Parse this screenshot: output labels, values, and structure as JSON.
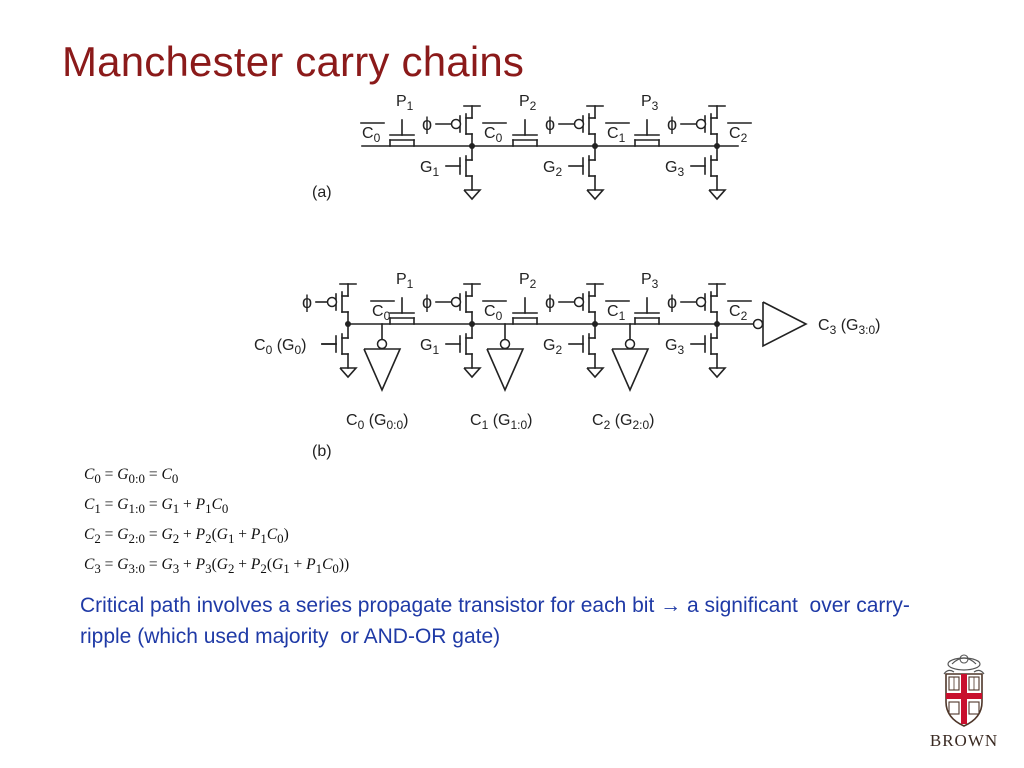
{
  "slide": {
    "title": "Manchester carry chains",
    "body": "Critical path involves a series propagate transistor for each bit → a significant  over carry-ripple (which used majority  or AND-OR gate)"
  },
  "diagram": {
    "caption_a": "(a)",
    "caption_b": "(b)",
    "phi": "ϕ",
    "labels": {
      "P": [
        "P",
        "1",
        "2",
        "3"
      ],
      "C": [
        "C",
        "0",
        "1",
        "2",
        "3"
      ],
      "G": [
        "G",
        "1",
        "2",
        "3"
      ]
    },
    "out_left": [
      "C",
      "0",
      " (G",
      "0",
      ")"
    ],
    "out_c0": [
      "C",
      "0",
      " (G",
      "0:0",
      ")"
    ],
    "out_c1": [
      "C",
      "1",
      " (G",
      "1:0",
      ")"
    ],
    "out_c2": [
      "C",
      "2",
      " (G",
      "2:0",
      ")"
    ],
    "out_c3": [
      "C",
      "3",
      " (G",
      "3:0",
      ")"
    ]
  },
  "equations": [
    [
      "C",
      "0",
      " = ",
      "G",
      "0:0",
      " = ",
      "C",
      "0"
    ],
    [
      "C",
      "1",
      " = ",
      "G",
      "1:0",
      " = ",
      "G",
      "1",
      " + ",
      "P",
      "1",
      "C",
      "0"
    ],
    [
      "C",
      "2",
      " = ",
      "G",
      "2:0",
      " = ",
      "G",
      "2",
      " + ",
      "P",
      "2",
      "(",
      "G",
      "1",
      " + ",
      "P",
      "1",
      "C",
      "0",
      ")"
    ],
    [
      "C",
      "3",
      " = ",
      "G",
      "3:0",
      " = ",
      "G",
      "3",
      " + ",
      "P",
      "3",
      "(",
      "G",
      "2",
      " + ",
      "P",
      "2",
      "(",
      "G",
      "1",
      " + ",
      "P",
      "1",
      "C",
      "0",
      "))"
    ]
  ],
  "logo": {
    "text": "BROWN",
    "colors": {
      "red": "#c8102e",
      "brown": "#4e3629"
    }
  }
}
